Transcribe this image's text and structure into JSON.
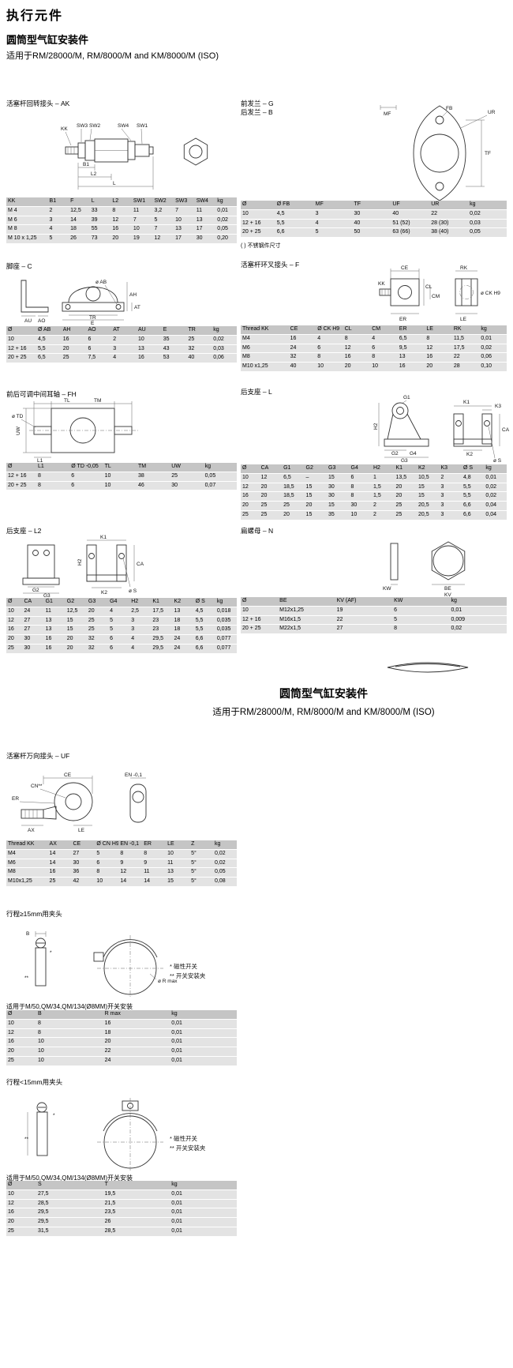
{
  "page": {
    "title": "执行元件",
    "subtitle": "圆筒型气缸安装件",
    "applicability": "适用于RM/28000/M, RM/8000/M and KM/8000/M (ISO)",
    "part2_title": "圆筒型气缸安装件",
    "part2_applicability": "适用于RM/28000/M, RM/8000/M and KM/8000/M (ISO)"
  },
  "sections": {
    "ak": {
      "title": "活塞杆回转接头 – AK",
      "labels": {
        "kk": "KK",
        "sw3": "SW3",
        "sw2": "SW2",
        "sw4": "SW4",
        "sw1": "SW1",
        "b1": "B1",
        "l2": "L2",
        "l": "L"
      },
      "table": {
        "headers": [
          "KK",
          "B1",
          "F",
          "L",
          "L2",
          "SW1",
          "SW2",
          "SW3",
          "SW4",
          "kg"
        ],
        "rows": [
          [
            "M 4",
            "2",
            "12,5",
            "33",
            "8",
            "11",
            "3,2",
            "7",
            "11",
            "0,01"
          ],
          [
            "M 6",
            "3",
            "14",
            "39",
            "12",
            "7",
            "5",
            "10",
            "13",
            "0,02"
          ],
          [
            "M 8",
            "4",
            "18",
            "55",
            "16",
            "10",
            "7",
            "13",
            "17",
            "0,05"
          ],
          [
            "M 10 x 1,25",
            "5",
            "26",
            "73",
            "20",
            "19",
            "12",
            "17",
            "30",
            "0,20"
          ]
        ]
      }
    },
    "gb": {
      "title1": "前发兰 – G",
      "title2": "后发兰 – B",
      "labels": {
        "mf": "MF",
        "fb": "FB",
        "ur": "UR",
        "tf": "TF"
      },
      "table": {
        "headers": [
          "Ø",
          "Ø FB",
          "MF",
          "TF",
          "UF",
          "UR",
          "kg"
        ],
        "rows": [
          [
            "10",
            "4,5",
            "3",
            "30",
            "40",
            "22",
            "0,02"
          ],
          [
            "12 + 16",
            "5,5",
            "4",
            "40",
            "51 (52)",
            "28 (30)",
            "0,03"
          ],
          [
            "20 + 25",
            "6,6",
            "5",
            "50",
            "63 (66)",
            "38 (40)",
            "0,05"
          ]
        ]
      },
      "footnote": "( ) 不锈钢件尺寸"
    },
    "c": {
      "title": "脚座 – C",
      "labels": {
        "au": "AU",
        "ao": "AO",
        "ab": "ø AB",
        "tr": "TR",
        "e": "E",
        "ah": "AH",
        "at": "AT"
      },
      "table": {
        "headers": [
          "Ø",
          "Ø AB",
          "AH",
          "AO",
          "AT",
          "AU",
          "E",
          "TR",
          "kg"
        ],
        "rows": [
          [
            "10",
            "4,5",
            "16",
            "6",
            "2",
            "10",
            "35",
            "25",
            "0,02"
          ],
          [
            "12 + 16",
            "5,5",
            "20",
            "6",
            "3",
            "13",
            "43",
            "32",
            "0,03"
          ],
          [
            "20 + 25",
            "6,5",
            "25",
            "7,5",
            "4",
            "16",
            "53",
            "40",
            "0,06"
          ]
        ]
      }
    },
    "f": {
      "title": "活塞杆环叉接头 – F",
      "labels": {
        "ce": "CE",
        "cl": "CL",
        "cm": "CM",
        "kk": "KK",
        "rk": "RK",
        "ck": "ø CK H9",
        "le": "LE",
        "er": "ER"
      },
      "table": {
        "headers": [
          "Thread KK",
          "CE",
          "Ø CK H9",
          "CL",
          "CM",
          "ER",
          "LE",
          "RK",
          "kg"
        ],
        "rows": [
          [
            "M4",
            "16",
            "4",
            "8",
            "4",
            "6,5",
            "8",
            "11,5",
            "0,01"
          ],
          [
            "M6",
            "24",
            "6",
            "12",
            "6",
            "9,5",
            "12",
            "17,5",
            "0,02"
          ],
          [
            "M8",
            "32",
            "8",
            "16",
            "8",
            "13",
            "16",
            "22",
            "0,06"
          ],
          [
            "M10 x1,25",
            "40",
            "10",
            "20",
            "10",
            "16",
            "20",
            "28",
            "0,10"
          ]
        ]
      }
    },
    "fh": {
      "title": "前后可调中间耳轴 – FH",
      "labels": {
        "tl": "TL",
        "tm": "TM",
        "uw": "UW",
        "l1": "L1",
        "td": "ø TD"
      },
      "table": {
        "headers": [
          "Ø",
          "L1",
          "Ø TD -0,05",
          "TL",
          "TM",
          "UW",
          "kg"
        ],
        "rows": [
          [
            "12 + 16",
            "8",
            "6",
            "10",
            "38",
            "25",
            "0,05"
          ],
          [
            "20 + 25",
            "8",
            "6",
            "10",
            "46",
            "30",
            "0,07"
          ]
        ]
      }
    },
    "l": {
      "title": "后支座 – L",
      "labels": {
        "g1": "G1",
        "g2": "G2",
        "g3": "G3",
        "g4": "G4",
        "h2": "H2",
        "k1": "K1",
        "k2": "K2",
        "k3": "K3",
        "ca": "CA",
        "s": "ø S"
      },
      "table": {
        "headers": [
          "Ø",
          "CA",
          "G1",
          "G2",
          "G3",
          "G4",
          "H2",
          "K1",
          "K2",
          "K3",
          "Ø S",
          "kg"
        ],
        "rows": [
          [
            "10",
            "12",
            "6,5",
            "–",
            "15",
            "6",
            "1",
            "13,5",
            "10,5",
            "2",
            "4,8",
            "0,01"
          ],
          [
            "12",
            "20",
            "18,5",
            "15",
            "30",
            "8",
            "1,5",
            "20",
            "15",
            "3",
            "5,5",
            "0,02"
          ],
          [
            "16",
            "20",
            "18,5",
            "15",
            "30",
            "8",
            "1,5",
            "20",
            "15",
            "3",
            "5,5",
            "0,02"
          ],
          [
            "20",
            "25",
            "25",
            "20",
            "15",
            "30",
            "2",
            "25",
            "20,5",
            "3",
            "6,6",
            "0,04"
          ],
          [
            "25",
            "25",
            "20",
            "15",
            "35",
            "10",
            "2",
            "25",
            "20,5",
            "3",
            "6,6",
            "0,04"
          ]
        ]
      }
    },
    "l2": {
      "title": "后支座 – L2",
      "labels": {
        "g2": "G2",
        "g3": "G3",
        "k1": "K1",
        "k2": "K2",
        "h2": "H2",
        "ca": "CA",
        "s": "ø S"
      },
      "table": {
        "headers": [
          "Ø",
          "CA",
          "G1",
          "G2",
          "G3",
          "G4",
          "H2",
          "K1",
          "K2",
          "Ø S",
          "kg"
        ],
        "rows": [
          [
            "10",
            "24",
            "11",
            "12,5",
            "20",
            "4",
            "2,5",
            "17,5",
            "13",
            "4,5",
            "0,018"
          ],
          [
            "12",
            "27",
            "13",
            "15",
            "25",
            "5",
            "3",
            "23",
            "18",
            "5,5",
            "0,035"
          ],
          [
            "16",
            "27",
            "13",
            "15",
            "25",
            "5",
            "3",
            "23",
            "18",
            "5,5",
            "0,035"
          ],
          [
            "20",
            "30",
            "16",
            "20",
            "32",
            "6",
            "4",
            "29,5",
            "24",
            "6,6",
            "0,077"
          ],
          [
            "25",
            "30",
            "16",
            "20",
            "32",
            "6",
            "4",
            "29,5",
            "24",
            "6,6",
            "0,077"
          ]
        ]
      }
    },
    "n": {
      "title": "扁螺母 – N",
      "labels": {
        "kw": "KW",
        "be": "BE",
        "kv": "KV"
      },
      "table": {
        "headers": [
          "Ø",
          "BE",
          "KV (AF)",
          "KW",
          "kg"
        ],
        "rows": [
          [
            "10",
            "M12x1,25",
            "19",
            "6",
            "0,01"
          ],
          [
            "12 + 16",
            "M16x1,5",
            "22",
            "5",
            "0,009"
          ],
          [
            "20 + 25",
            "M22x1,5",
            "27",
            "8",
            "0,02"
          ]
        ]
      }
    },
    "uf": {
      "title": "活塞杆万向接头 – UF",
      "labels": {
        "ce": "CE",
        "cn": "CN**",
        "en": "EN -0,1",
        "er": "ER",
        "le": "LE",
        "ax": "AX"
      },
      "table": {
        "headers": [
          "Thread KK",
          "AX",
          "CE",
          "Ø CN H9",
          "EN -0,1",
          "ER",
          "LE",
          "Z",
          "kg"
        ],
        "rows": [
          [
            "M4",
            "14",
            "27",
            "5",
            "8",
            "8",
            "10",
            "5°",
            "0,02"
          ],
          [
            "M6",
            "14",
            "30",
            "6",
            "9",
            "9",
            "11",
            "5°",
            "0,02"
          ],
          [
            "M8",
            "16",
            "36",
            "8",
            "12",
            "11",
            "13",
            "5°",
            "0,05"
          ],
          [
            "M10x1,25",
            "25",
            "42",
            "10",
            "14",
            "14",
            "15",
            "5°",
            "0,08"
          ]
        ]
      }
    },
    "clamp1": {
      "title": "行程≥15mm用夹头",
      "labels": {
        "b": "B",
        "rmax": "ø R max",
        "star": "*",
        "dstar": "**"
      },
      "note1": "* 磁性开关",
      "note2": "** 开关安装夹",
      "subtitle": "适用于M/50,QM/34,QM/134(Ø8MM)开关安装",
      "table": {
        "headers": [
          "Ø",
          "B",
          "R max",
          "kg"
        ],
        "rows": [
          [
            "10",
            "8",
            "16",
            "0,01"
          ],
          [
            "12",
            "8",
            "18",
            "0,01"
          ],
          [
            "16",
            "10",
            "20",
            "0,01"
          ],
          [
            "20",
            "10",
            "22",
            "0,01"
          ],
          [
            "25",
            "10",
            "24",
            "0,01"
          ]
        ]
      }
    },
    "clamp2": {
      "title": "行程<15mm用夹头",
      "labels": {
        "star": "*",
        "dstar": "**"
      },
      "note1": "* 磁性开关",
      "note2": "** 开关安装夹",
      "subtitle": "适用于M/50,QM/34,QM/134(Ø8MM)开关安装",
      "table": {
        "headers": [
          "Ø",
          "S",
          "T",
          "kg"
        ],
        "rows": [
          [
            "10",
            "27,5",
            "19,5",
            "0,01"
          ],
          [
            "12",
            "28,5",
            "21,5",
            "0,01"
          ],
          [
            "16",
            "29,5",
            "23,5",
            "0,01"
          ],
          [
            "20",
            "29,5",
            "26",
            "0,01"
          ],
          [
            "25",
            "31,5",
            "28,5",
            "0,01"
          ]
        ]
      }
    }
  }
}
